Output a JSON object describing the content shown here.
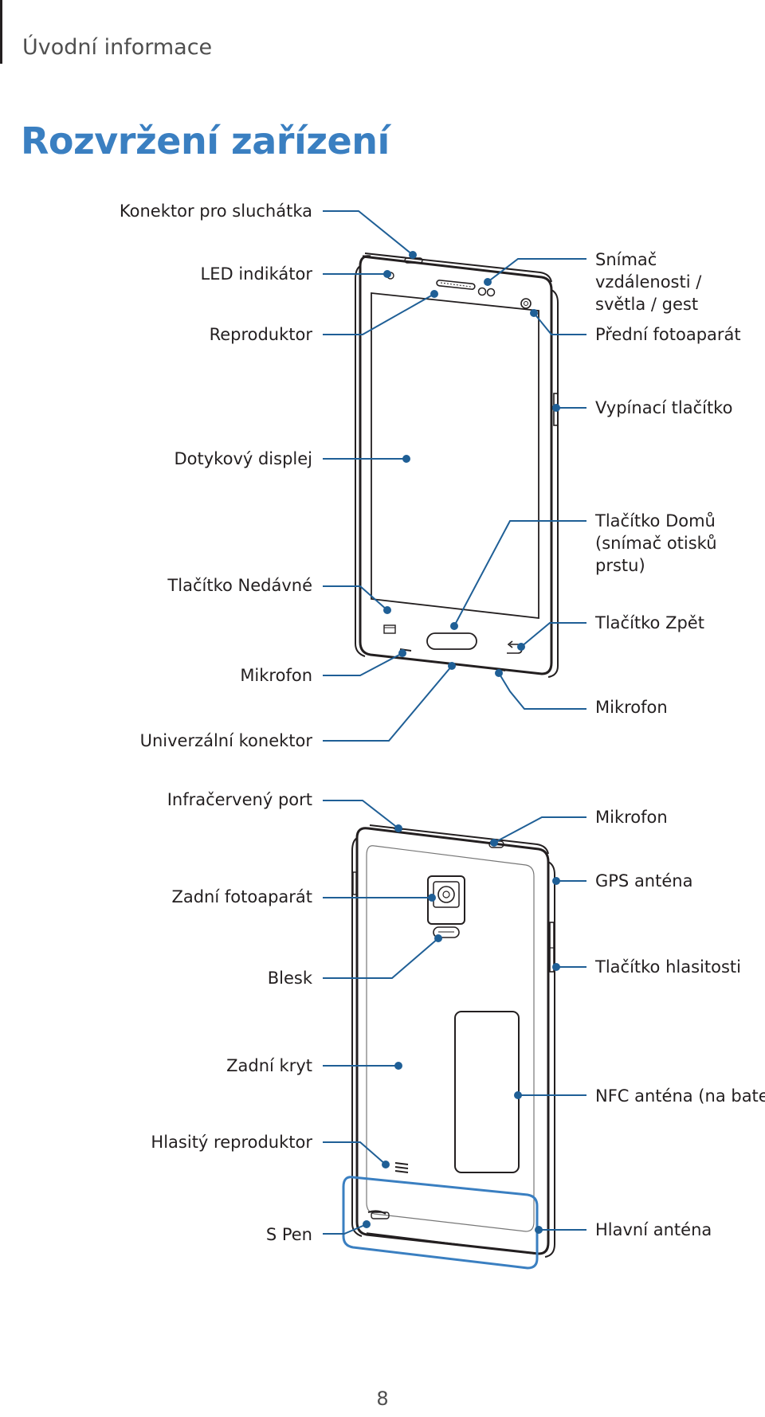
{
  "header": {
    "section": "Úvodní informace"
  },
  "title": "Rozvržení zařízení",
  "front": {
    "labels": {
      "headset_jack": "Konektor pro sluchátka",
      "led_indicator": "LED indikátor",
      "earpiece": "Reproduktor",
      "touchscreen": "Dotykový displej",
      "recent_button": "Tlačítko Nedávné",
      "microphone_bottom": "Mikrofon",
      "usb_connector": "Univerzální konektor",
      "proximity_sensor": "Snímač vzdálenosti / světla / gest",
      "front_camera": "Přední fotoaparát",
      "power_button": "Vypínací tlačítko",
      "home_button": "Tlačítko Domů (snímač otisků prstu)",
      "back_button": "Tlačítko Zpět",
      "microphone_right": "Mikrofon"
    }
  },
  "back": {
    "labels": {
      "ir_port": "Infračervený port",
      "rear_camera": "Zadní fotoaparát",
      "flash": "Blesk",
      "back_cover": "Zadní kryt",
      "loudspeaker": "Hlasitý reproduktor",
      "s_pen": "S Pen",
      "microphone_top": "Mikrofon",
      "gps_antenna": "GPS anténa",
      "volume_key": "Tlačítko hlasitosti",
      "nfc_antenna": "NFC anténa (na baterii)",
      "main_antenna": "Hlavní anténa"
    }
  },
  "colors": {
    "accent": "#3a7fc1",
    "leader": "#1f5f96",
    "text": "#231f20"
  },
  "page_number": "8"
}
